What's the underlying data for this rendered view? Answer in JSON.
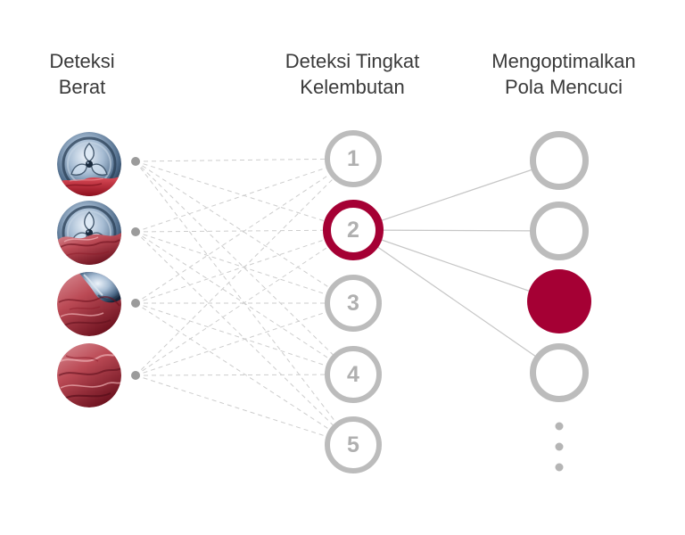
{
  "diagram": {
    "type": "neural-network-infographic",
    "language": "Indonesian"
  },
  "columns": {
    "input": {
      "title_lines": [
        "Deteksi",
        "Berat"
      ]
    },
    "hidden": {
      "title_lines": [
        "Deteksi Tingkat",
        "Kelembutan"
      ]
    },
    "output": {
      "title_lines": [
        "Mengoptimalkan",
        "Pola Mencuci"
      ]
    }
  },
  "input_nodes": [
    {
      "id": "in1",
      "image": "washer-drum-with-small-red-cloth"
    },
    {
      "id": "in2",
      "image": "washer-drum-half-covered-red-cloth"
    },
    {
      "id": "in3",
      "image": "washer-drum-mostly-covered-red-cloth"
    },
    {
      "id": "in4",
      "image": "red-cloth-full"
    }
  ],
  "hidden_nodes": [
    {
      "id": "h1",
      "label": "1",
      "state": "default"
    },
    {
      "id": "h2",
      "label": "2",
      "state": "selected"
    },
    {
      "id": "h3",
      "label": "3",
      "state": "default"
    },
    {
      "id": "h4",
      "label": "4",
      "state": "default"
    },
    {
      "id": "h5",
      "label": "5",
      "state": "default"
    }
  ],
  "output_nodes": [
    {
      "id": "o1",
      "state": "default"
    },
    {
      "id": "o2",
      "state": "default"
    },
    {
      "id": "o3",
      "state": "selected-filled"
    },
    {
      "id": "o4",
      "state": "default"
    }
  ],
  "ellipsis": {
    "dot_count": 3
  },
  "connections": {
    "dashed": [
      [
        "in1",
        "h1"
      ],
      [
        "in1",
        "h2"
      ],
      [
        "in1",
        "h3"
      ],
      [
        "in1",
        "h4"
      ],
      [
        "in1",
        "h5"
      ],
      [
        "in2",
        "h1"
      ],
      [
        "in2",
        "h2"
      ],
      [
        "in2",
        "h3"
      ],
      [
        "in2",
        "h4"
      ],
      [
        "in2",
        "h5"
      ],
      [
        "in3",
        "h1"
      ],
      [
        "in3",
        "h2"
      ],
      [
        "in3",
        "h3"
      ],
      [
        "in3",
        "h4"
      ],
      [
        "in3",
        "h5"
      ],
      [
        "in4",
        "h1"
      ],
      [
        "in4",
        "h2"
      ],
      [
        "in4",
        "h3"
      ],
      [
        "in4",
        "h4"
      ],
      [
        "in4",
        "h5"
      ]
    ],
    "solid": [
      [
        "h2",
        "o1"
      ],
      [
        "h2",
        "o2"
      ],
      [
        "h2",
        "o3"
      ],
      [
        "h2",
        "o4"
      ]
    ]
  },
  "colors": {
    "accent_red": "#A50034",
    "ring_gray": "#bcbcbc",
    "dashed_line": "#cdcdcd",
    "solid_line": "#c6c6c6",
    "title_text": "#3a3a3a",
    "number_text": "#b0b0b0",
    "anchor_dot": "#9b9b9b"
  }
}
